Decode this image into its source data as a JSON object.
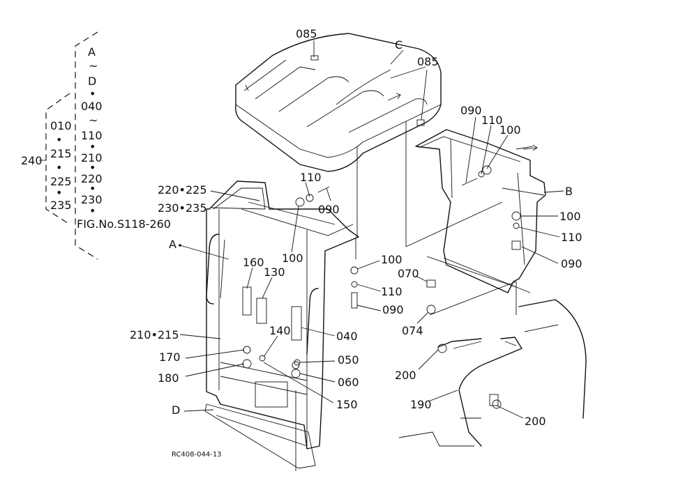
{
  "legend": {
    "col_a": [
      "A",
      "~",
      "D",
      "•",
      "040",
      "~",
      "110",
      "•",
      "210",
      "•",
      "220",
      "•",
      "230",
      "•"
    ],
    "col_b": [
      "010",
      "•",
      "215",
      "•",
      "225",
      "•",
      "235"
    ],
    "bracket_label": "240",
    "fig_no": "FIG.No.S118-260"
  },
  "callouts": {
    "085a": "085",
    "c": "C",
    "085b": "085",
    "090a": "090",
    "110a": "110",
    "100a": "100",
    "b": "B",
    "100b": "100",
    "110b": "110",
    "090b": "090",
    "110c": "110",
    "090c": "090",
    "220_225": "220•225",
    "230_235": "230•235",
    "100c": "100",
    "a": "A",
    "160": "160",
    "130": "130",
    "100d": "100",
    "110d": "110",
    "090d": "090",
    "070": "070",
    "074": "074",
    "210_215": "210•215",
    "040": "040",
    "140": "140",
    "170": "170",
    "050": "050",
    "180": "180",
    "060": "060",
    "150": "150",
    "200a": "200",
    "d": "D",
    "190": "190",
    "200b": "200"
  },
  "drawing_code": "RC408-044-13"
}
